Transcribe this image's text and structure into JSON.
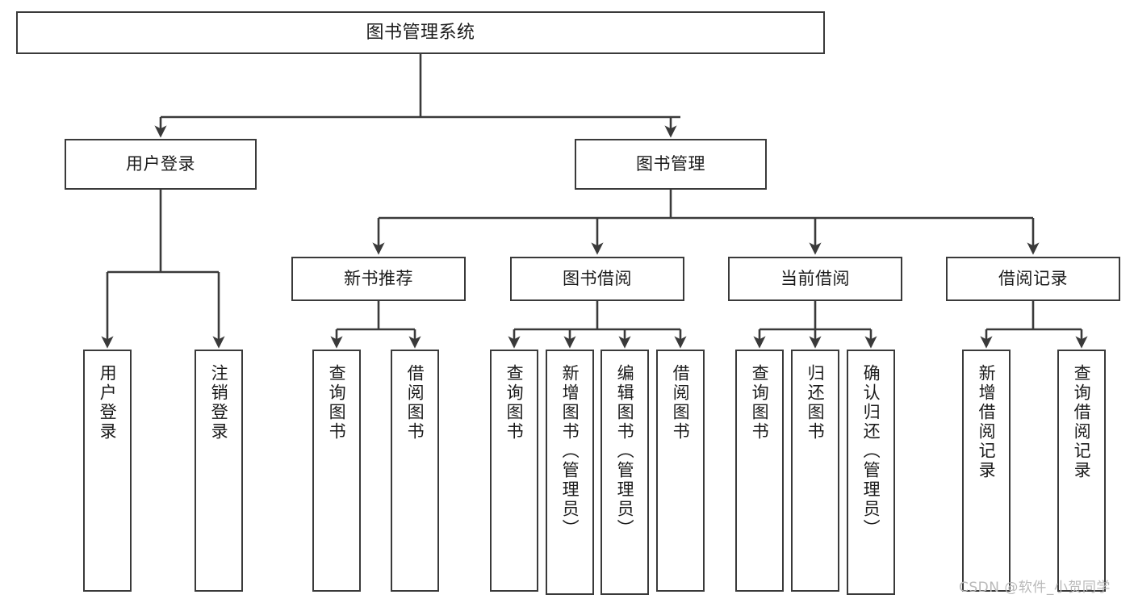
{
  "diagram": {
    "title": "图书管理系统",
    "type": "hierarchy-tree",
    "background_color": "#ffffff",
    "line_color": "#3a3a3a",
    "box_border_color": "#3a3a3a",
    "text_color": "#1b1b1b"
  },
  "nodes": {
    "root": {
      "label": "图书管理系统",
      "level": 1
    },
    "level2": [
      {
        "label": "用户登录",
        "level": 2
      },
      {
        "label": "图书管理",
        "level": 2
      }
    ],
    "level3": [
      {
        "label": "新书推荐",
        "level": 3
      },
      {
        "label": "图书借阅",
        "level": 3
      },
      {
        "label": "当前借阅",
        "level": 3
      },
      {
        "label": "借阅记录",
        "level": 3
      }
    ],
    "leaves": {
      "user_login": [
        {
          "label": "用户登录"
        },
        {
          "label": "注销登录"
        }
      ],
      "new_book_recommend": [
        {
          "label": "查询图书"
        },
        {
          "label": "借阅图书"
        }
      ],
      "book_borrow": [
        {
          "label": "查询图书"
        },
        {
          "label": "新增图书（管理员）"
        },
        {
          "label": "编辑图书（管理员）"
        },
        {
          "label": "借阅图书"
        }
      ],
      "current_borrow": [
        {
          "label": "查询图书"
        },
        {
          "label": "归还图书"
        },
        {
          "label": "确认归还（管理员）"
        }
      ],
      "borrow_record": [
        {
          "label": "新增借阅记录"
        },
        {
          "label": "查询借阅记录"
        }
      ]
    }
  },
  "watermark": {
    "text": "CSDN @软件_小贺同学"
  }
}
